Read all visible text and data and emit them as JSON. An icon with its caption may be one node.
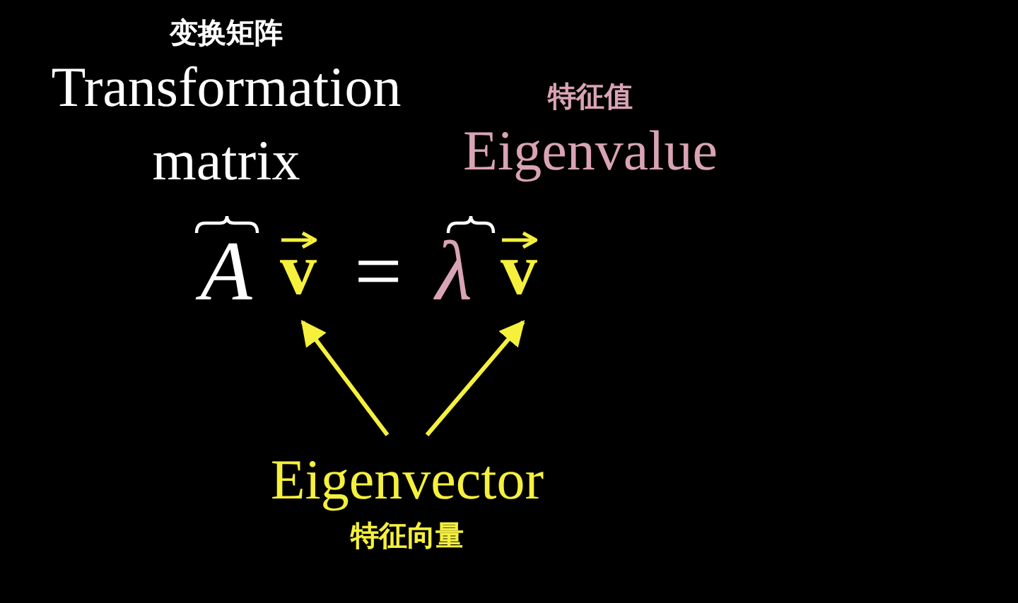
{
  "diagram": {
    "nodes": [
      {
        "text": [
          "变换矩阵",
          "Transformation matrix"
        ]
      },
      {
        "text": [
          "特征值",
          "Eigenvalue"
        ]
      },
      {
        "text": [
          "A"
        ]
      },
      {
        "text": [
          "v"
        ]
      },
      {
        "text": [
          "λ"
        ]
      },
      {
        "text": [
          "v"
        ]
      },
      {
        "text": [
          "Eigenvector",
          "特征向量"
        ]
      }
    ],
    "edges": [
      {
        "from": 6,
        "to": 3,
        "arrow": "to"
      },
      {
        "from": 6,
        "to": 5,
        "arrow": "to"
      }
    ],
    "labels": [
      "="
    ]
  }
}
